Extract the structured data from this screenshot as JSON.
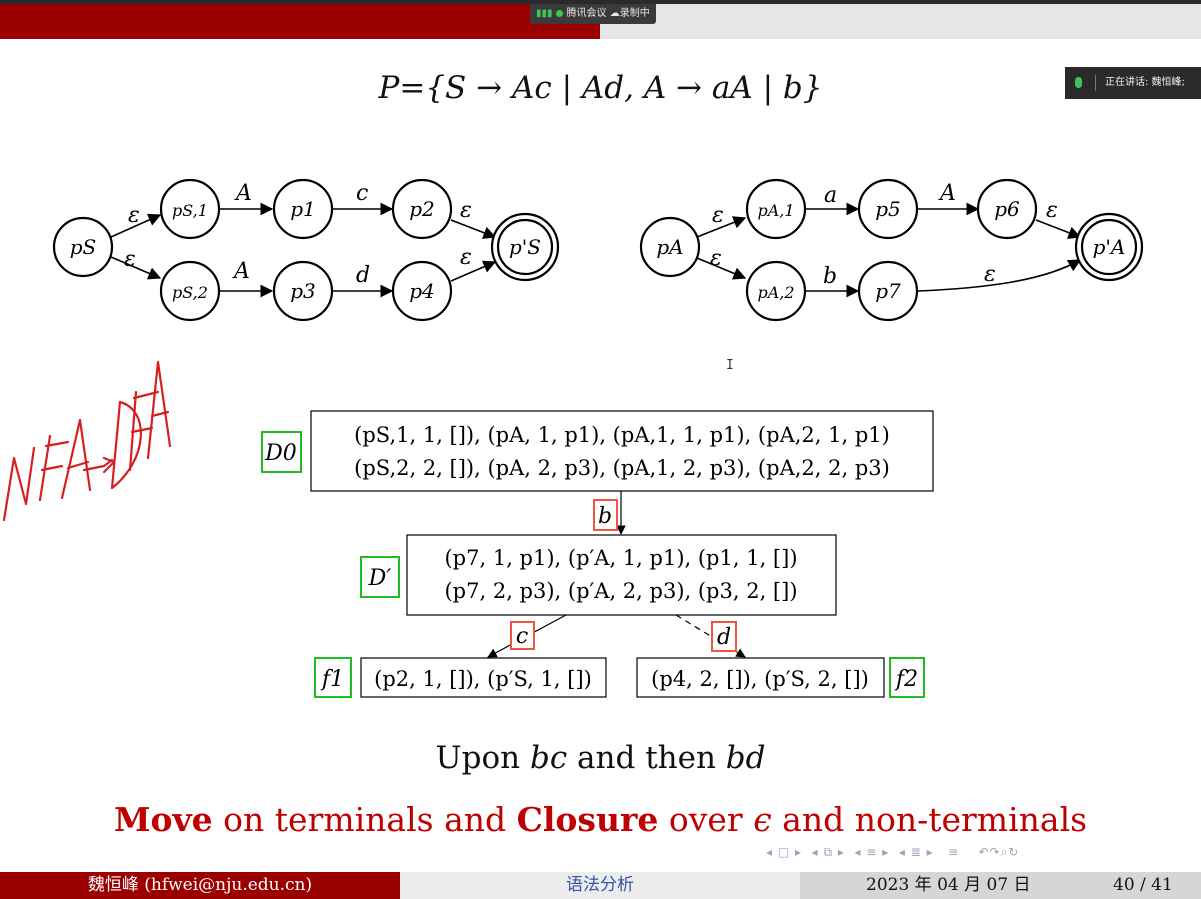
{
  "meeting_bar": {
    "app": "腾讯会议",
    "recording": "录制中"
  },
  "speaker_badge": {
    "text": "正在讲话: 魏恒峰;"
  },
  "formula": "P={S → Ac | Ad,  A → aA | b}",
  "nfa_left": {
    "nodes": {
      "ps": "pS",
      "ps1": "pS,1",
      "ps2": "pS,2",
      "p1": "p1",
      "p2": "p2",
      "p3": "p3",
      "p4": "p4",
      "psf": "p'S"
    },
    "edges": {
      "e_ps_ps1": "ε",
      "e_ps_ps2": "ε",
      "e_ps1_p1": "A",
      "e_p1_p2": "c",
      "e_p2_psf": "ε",
      "e_ps2_p3": "A",
      "e_p3_p4": "d",
      "e_p4_psf": "ε"
    }
  },
  "nfa_right": {
    "nodes": {
      "pa": "pA",
      "pa1": "pA,1",
      "pa2": "pA,2",
      "p5": "p5",
      "p6": "p6",
      "p7": "p7",
      "paf": "p'A"
    },
    "edges": {
      "e_pa_pa1": "ε",
      "e_pa_pa2": "ε",
      "e_pa1_p5": "a",
      "e_p5_p6": "A",
      "e_p6_paf": "ε",
      "e_pa2_p7": "b",
      "e_p7_paf": "ε"
    }
  },
  "handwriting": "NFA→DFA",
  "dfa": {
    "d0": {
      "label": "D0",
      "line1": "(pS,1, 1, []), (pA, 1, p1), (pA,1, 1, p1), (pA,2, 1, p1)",
      "line2": "(pS,2, 2, []), (pA, 2, p3), (pA,1, 2, p3), (pA,2, 2, p3)"
    },
    "edge_b": "b",
    "dprime": {
      "label": "D′",
      "line1": "(p7, 1, p1), (p′A, 1, p1), (p1, 1, [])",
      "line2": "(p7, 2, p3), (p′A, 2, p3), (p3, 2, [])"
    },
    "edge_c": "c",
    "edge_d": "d",
    "f1": {
      "label": "f1",
      "content": "(p2, 1, []), (p′S, 1, [])"
    },
    "f2": {
      "label": "f2",
      "content": "(p4, 2, []), (p′S, 2, [])"
    }
  },
  "caption": {
    "upon": "Upon",
    "bc": "bc",
    "and_then": "and then",
    "bd": "bd"
  },
  "move_line": {
    "move": "Move",
    "on_terminals": " on terminals and ",
    "closure": "Closure",
    "over": " over ",
    "epsilon": "ϵ",
    "rest": " and non-terminals"
  },
  "footer": {
    "author": "魏恒峰 (hfwei@nju.edu.cn)",
    "title": "语法分析",
    "date": "2023 年 04 月 07 日",
    "page": "40 / 41"
  },
  "colors": {
    "brand_red": "#9b0000",
    "emphasis_red": "#c00000",
    "green_box": "#22bb22",
    "red_box": "#ee5544"
  }
}
